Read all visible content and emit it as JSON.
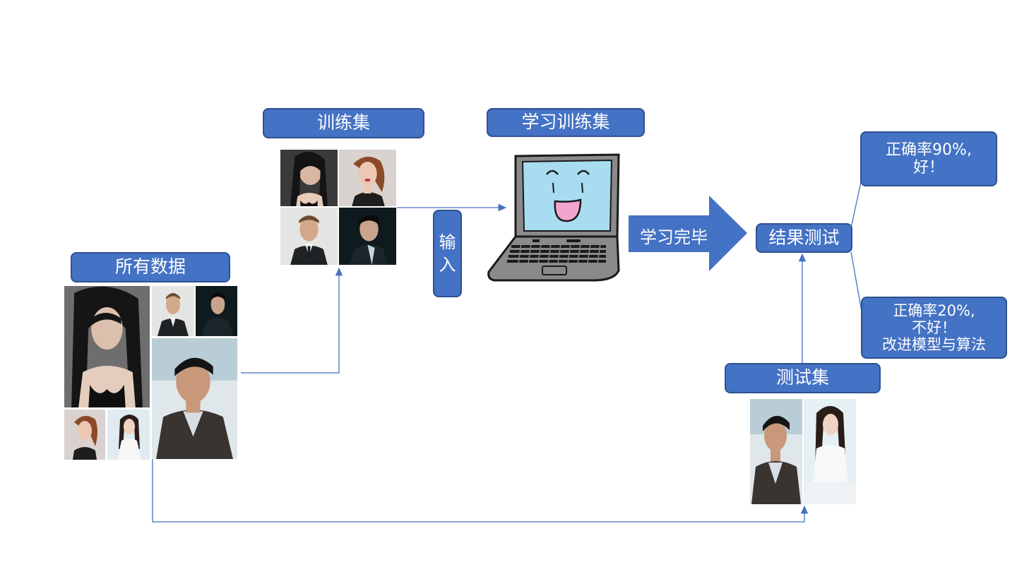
{
  "boxes": {
    "all_data": "所有数据",
    "training_set": "训练集",
    "input_line1": "输",
    "input_line2": "入",
    "learn_training_set": "学习训练集",
    "learning_done": "学习完毕",
    "result_test": "结果测试",
    "test_set": "测试集",
    "good_line1": "正确率90%,",
    "good_line2": "好！",
    "bad_line1": "正确率20%,",
    "bad_line2": "不好！",
    "bad_line3": "改进模型与算法"
  },
  "colors": {
    "box_fill": "#4472c4",
    "box_border": "#2f528f",
    "connector": "#4472c4"
  },
  "icons": {
    "laptop": "smiling-laptop-icon",
    "arrow": "block-arrow-right"
  }
}
